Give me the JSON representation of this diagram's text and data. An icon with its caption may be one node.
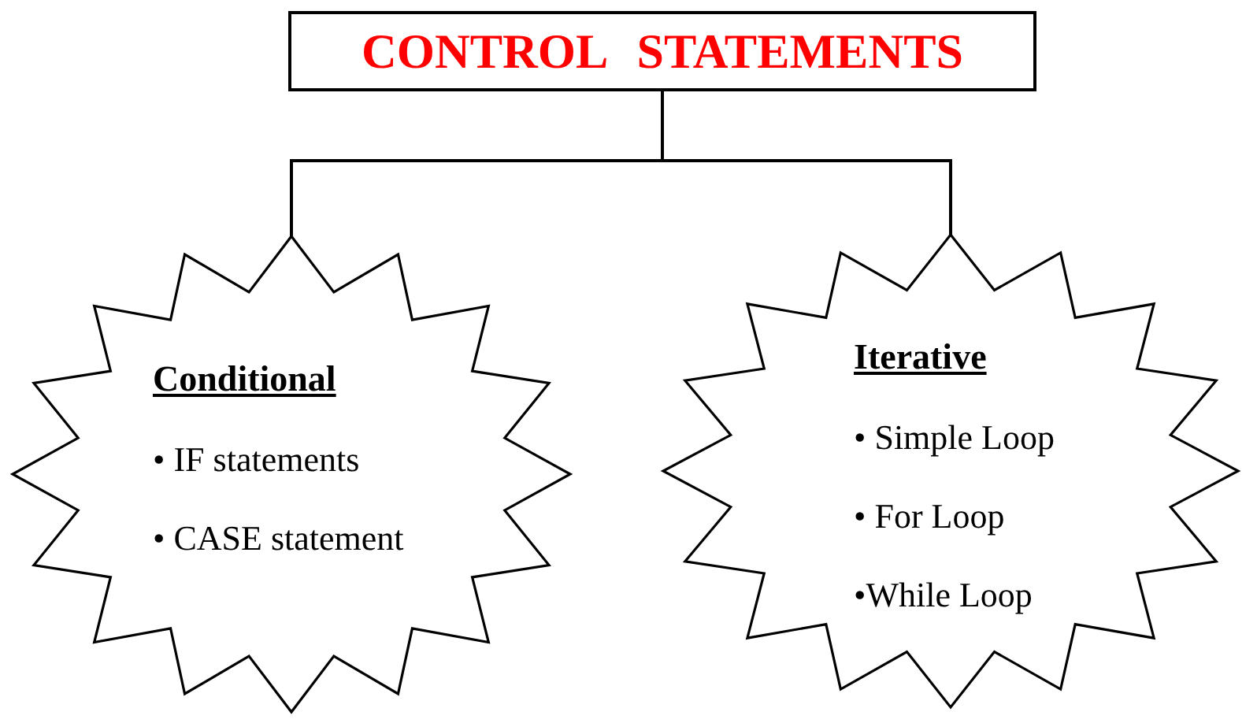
{
  "diagram": {
    "nodes": [
      {
        "text": [
          "CONTROL STATEMENTS"
        ]
      },
      {
        "text": [
          "Conditional",
          "• IF statements",
          "• CASE statement"
        ]
      },
      {
        "text": [
          "Iterative",
          "• Simple Loop",
          "• For Loop",
          "•While Loop"
        ]
      }
    ],
    "edges": [
      {
        "from": 0,
        "to": 1,
        "arrow": "none"
      },
      {
        "from": 0,
        "to": 2,
        "arrow": "none"
      }
    ]
  }
}
